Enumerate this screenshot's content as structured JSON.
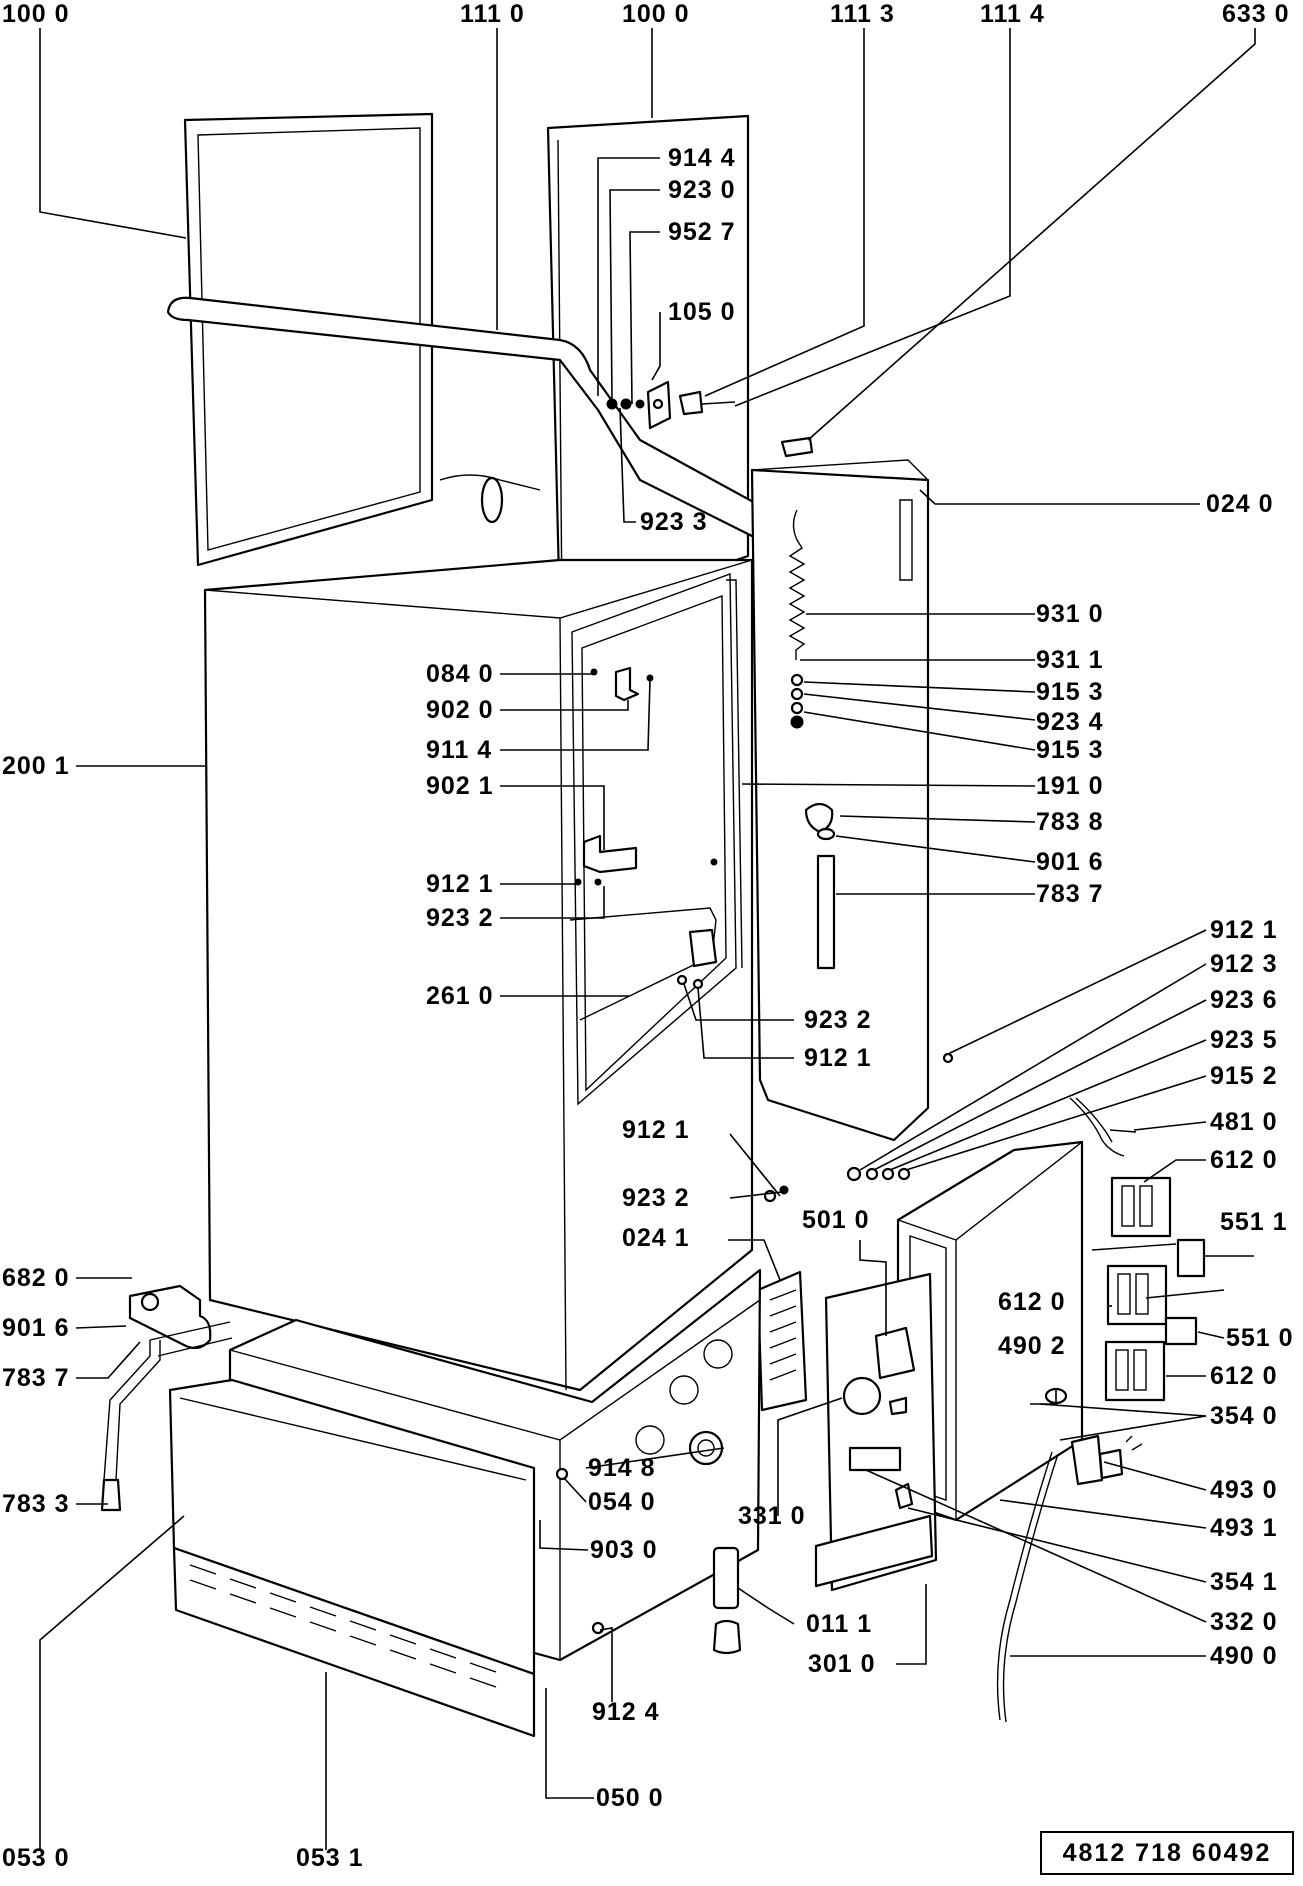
{
  "diagram": {
    "document_number": "4812 718 60492",
    "callouts": [
      "100 0",
      "111 0",
      "100 0",
      "111 3",
      "111 4",
      "633 0",
      "914 4",
      "923 0",
      "952 7",
      "105 0",
      "923 3",
      "024 0",
      "931 0",
      "931 1",
      "915 3",
      "923 4",
      "915 3",
      "191 0",
      "783 8",
      "901 6",
      "783 7",
      "084 0",
      "902 0",
      "911 4",
      "200 1",
      "902 1",
      "912 1",
      "923 2",
      "261 0",
      "923 2",
      "912 1",
      "912 1",
      "912 3",
      "923 6",
      "923 5",
      "915 2",
      "481 0",
      "612 0",
      "912 1",
      "923 2",
      "024 1",
      "501 0",
      "551 1",
      "612 0",
      "551 0",
      "490 2",
      "612 0",
      "682 0",
      "901 6",
      "783 7",
      "354 0",
      "914 8",
      "054 0",
      "331 0",
      "493 0",
      "493 1",
      "783 3",
      "903 0",
      "354 1",
      "011 1",
      "332 0",
      "301 0",
      "490 0",
      "912 4",
      "050 0",
      "053 0",
      "053 1"
    ]
  }
}
